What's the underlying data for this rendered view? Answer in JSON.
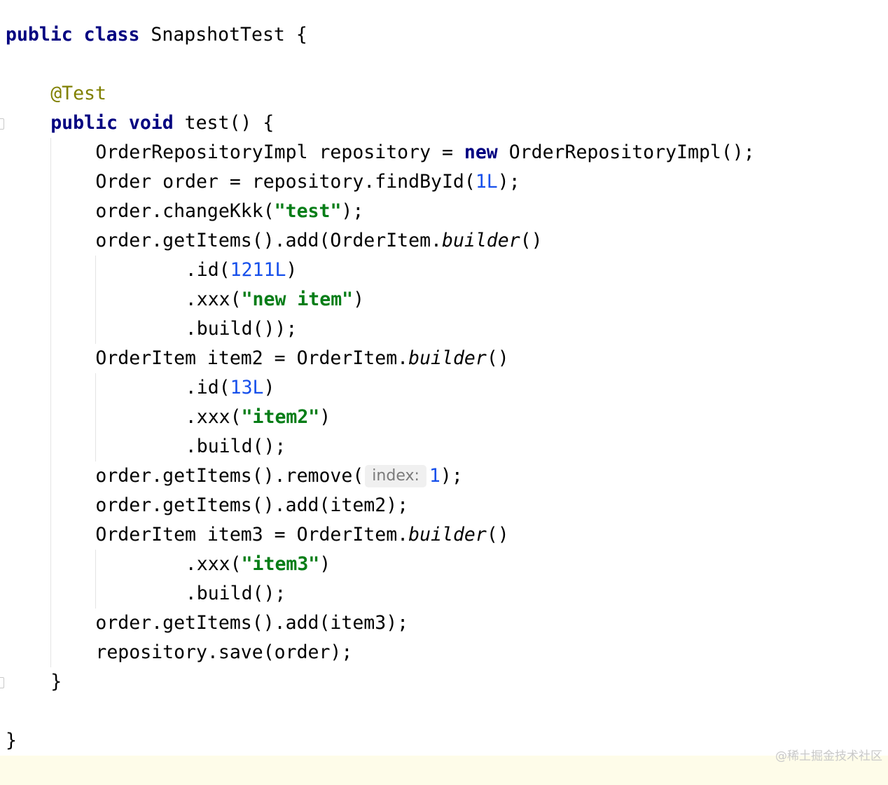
{
  "editor": {
    "current_line": 25,
    "lines": [
      {
        "indent": 0,
        "tokens": [
          {
            "t": "kw",
            "v": "public class"
          },
          {
            "t": "plain",
            "v": " SnapshotTest {"
          }
        ]
      },
      {
        "indent": 0,
        "tokens": []
      },
      {
        "indent": 4,
        "tokens": [
          {
            "t": "ann",
            "v": "@Test"
          }
        ]
      },
      {
        "indent": 4,
        "tokens": [
          {
            "t": "kw",
            "v": "public void"
          },
          {
            "t": "plain",
            "v": " test() {"
          }
        ]
      },
      {
        "indent": 8,
        "tokens": [
          {
            "t": "plain",
            "v": "OrderRepositoryImpl repository = "
          },
          {
            "t": "kw",
            "v": "new"
          },
          {
            "t": "plain",
            "v": " OrderRepositoryImpl();"
          }
        ]
      },
      {
        "indent": 8,
        "tokens": [
          {
            "t": "plain",
            "v": "Order order = repository.findById("
          },
          {
            "t": "num",
            "v": "1L"
          },
          {
            "t": "plain",
            "v": ");"
          }
        ]
      },
      {
        "indent": 8,
        "tokens": [
          {
            "t": "plain",
            "v": "order.changeKkk("
          },
          {
            "t": "str",
            "v": "\"test\""
          },
          {
            "t": "plain",
            "v": ");"
          }
        ]
      },
      {
        "indent": 8,
        "tokens": [
          {
            "t": "plain",
            "v": "order.getItems().add(OrderItem."
          },
          {
            "t": "it",
            "v": "builder"
          },
          {
            "t": "plain",
            "v": "()"
          }
        ]
      },
      {
        "indent": 16,
        "tokens": [
          {
            "t": "plain",
            "v": ".id("
          },
          {
            "t": "num",
            "v": "1211L"
          },
          {
            "t": "plain",
            "v": ")"
          }
        ]
      },
      {
        "indent": 16,
        "tokens": [
          {
            "t": "plain",
            "v": ".xxx("
          },
          {
            "t": "str",
            "v": "\"new item\""
          },
          {
            "t": "plain",
            "v": ")"
          }
        ]
      },
      {
        "indent": 16,
        "tokens": [
          {
            "t": "plain",
            "v": ".build());"
          }
        ]
      },
      {
        "indent": 8,
        "tokens": [
          {
            "t": "plain",
            "v": "OrderItem item2 = OrderItem."
          },
          {
            "t": "it",
            "v": "builder"
          },
          {
            "t": "plain",
            "v": "()"
          }
        ]
      },
      {
        "indent": 16,
        "tokens": [
          {
            "t": "plain",
            "v": ".id("
          },
          {
            "t": "num",
            "v": "13L"
          },
          {
            "t": "plain",
            "v": ")"
          }
        ]
      },
      {
        "indent": 16,
        "tokens": [
          {
            "t": "plain",
            "v": ".xxx("
          },
          {
            "t": "str",
            "v": "\"item2\""
          },
          {
            "t": "plain",
            "v": ")"
          }
        ]
      },
      {
        "indent": 16,
        "tokens": [
          {
            "t": "plain",
            "v": ".build();"
          }
        ]
      },
      {
        "indent": 8,
        "tokens": [
          {
            "t": "plain",
            "v": "order.getItems().remove("
          },
          {
            "t": "hint",
            "v": "index:"
          },
          {
            "t": "num",
            "v": "1"
          },
          {
            "t": "plain",
            "v": ");"
          }
        ]
      },
      {
        "indent": 8,
        "tokens": [
          {
            "t": "plain",
            "v": "order.getItems().add(item2);"
          }
        ]
      },
      {
        "indent": 8,
        "tokens": [
          {
            "t": "plain",
            "v": "OrderItem item3 = OrderItem."
          },
          {
            "t": "it",
            "v": "builder"
          },
          {
            "t": "plain",
            "v": "()"
          }
        ]
      },
      {
        "indent": 16,
        "tokens": [
          {
            "t": "plain",
            "v": ".xxx("
          },
          {
            "t": "str",
            "v": "\"item3\""
          },
          {
            "t": "plain",
            "v": ")"
          }
        ]
      },
      {
        "indent": 16,
        "tokens": [
          {
            "t": "plain",
            "v": ".build();"
          }
        ]
      },
      {
        "indent": 8,
        "tokens": [
          {
            "t": "plain",
            "v": "order.getItems().add(item3);"
          }
        ]
      },
      {
        "indent": 8,
        "tokens": [
          {
            "t": "plain",
            "v": "repository.save(order);"
          }
        ]
      },
      {
        "indent": 4,
        "tokens": [
          {
            "t": "plain",
            "v": "}"
          }
        ]
      },
      {
        "indent": 0,
        "tokens": []
      },
      {
        "indent": 0,
        "tokens": [
          {
            "t": "plain",
            "v": "}"
          }
        ]
      },
      {
        "indent": 0,
        "tokens": []
      }
    ]
  },
  "colors": {
    "keyword": "#000080",
    "string": "#067d17",
    "number": "#1750eb",
    "annotation": "#808000",
    "current_line_bg": "#fefce9"
  },
  "watermark": "@稀土掘金技术社区"
}
